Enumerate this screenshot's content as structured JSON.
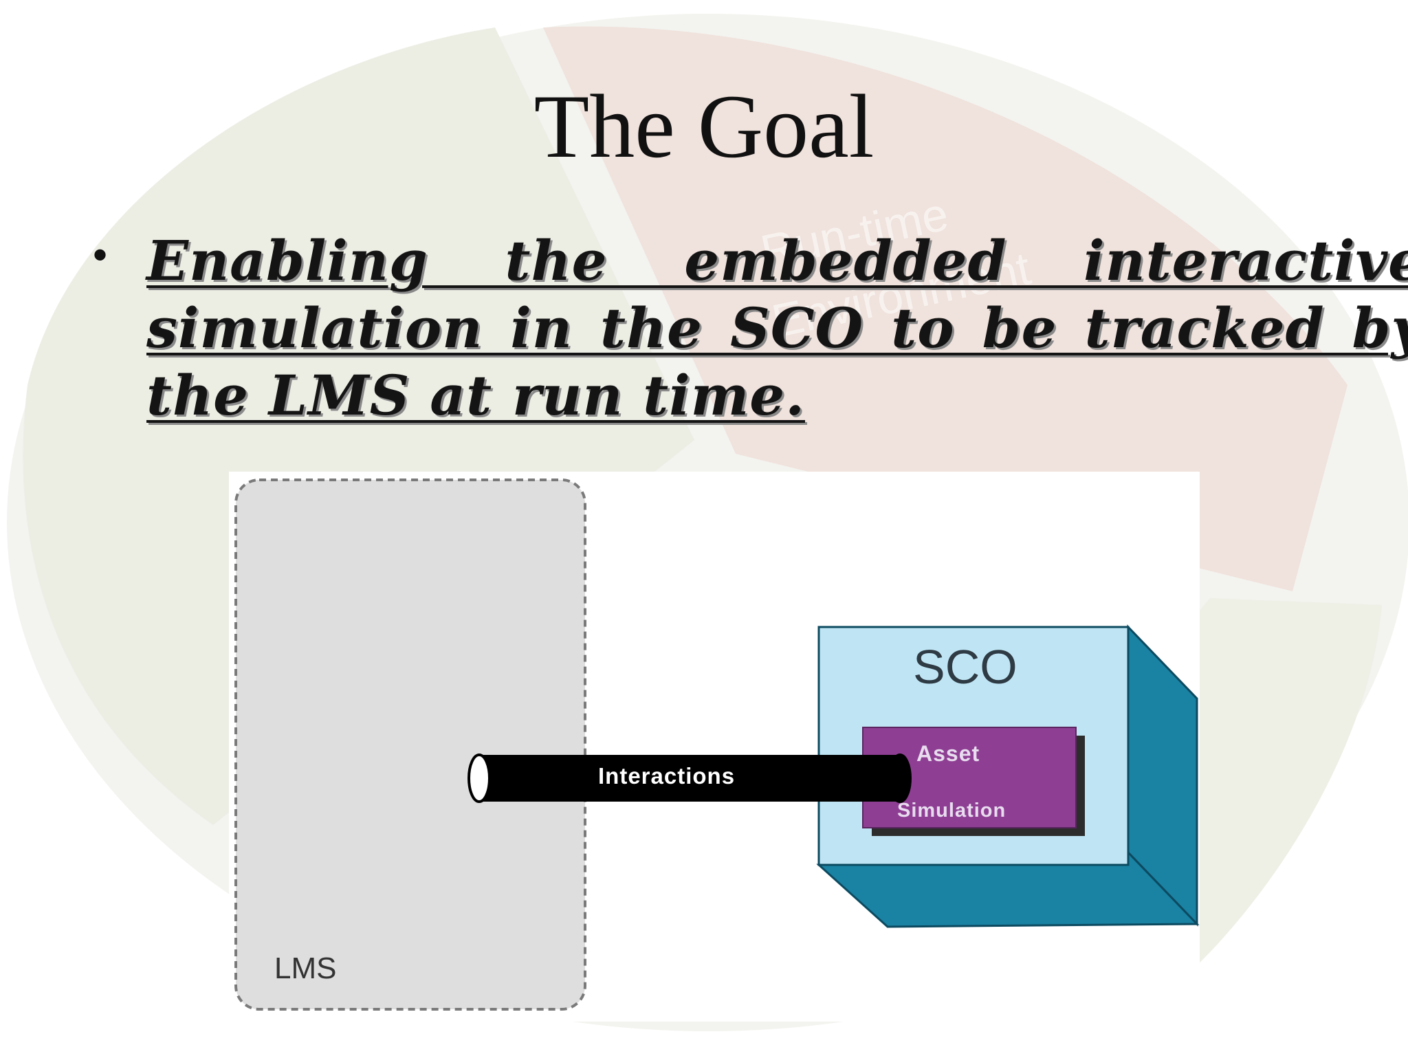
{
  "slide": {
    "title": "The Goal",
    "bullet": "Enabling the embedded interactive simulation in the SCO to be tracked by the LMS at run time."
  },
  "background_watermark": {
    "labels": [
      "Run-time",
      "Environment"
    ],
    "colors": {
      "ring": "#f1f1ec",
      "segment_left": "#e6e8dc",
      "segment_right": "#ecdcd6"
    }
  },
  "diagram": {
    "lms_label": "LMS",
    "sco_label": "SCO",
    "asset_label": "Asset",
    "simulation_label": "Simulation",
    "pipe_label": "Interactions",
    "colors": {
      "lms_box": "#dededf",
      "sco_front": "#bfe5f4",
      "sco_side": "#1a82a3",
      "asset_box": "#8e3f93",
      "pipe": "#000000"
    }
  }
}
